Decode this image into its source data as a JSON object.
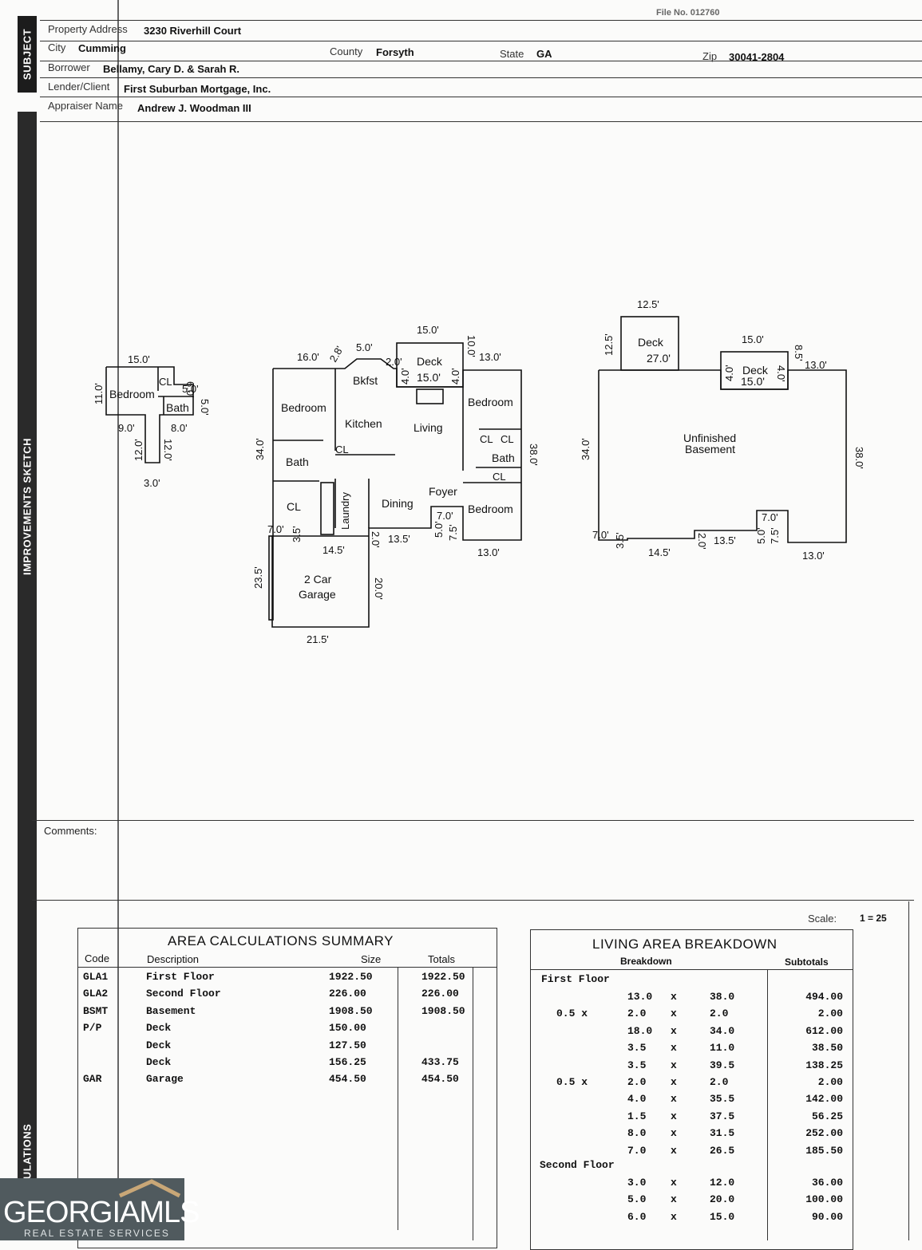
{
  "sidebar": {
    "subject": "SUBJECT",
    "sketch": "IMPROVEMENTS SKETCH",
    "calc": "CALCULATIONS"
  },
  "header": {
    "file_no": "File No. 012760",
    "property_address_label": "Property Address",
    "property_address": "3230 Riverhill Court",
    "city_label": "City",
    "city": "Cumming",
    "county_label": "County",
    "county": "Forsyth",
    "state_label": "State",
    "state": "GA",
    "zip_label": "Zip",
    "zip": "30041-2804",
    "borrower_label": "Borrower",
    "borrower": "Bellamy, Cary D. & Sarah R.",
    "lender_label": "Lender/Client",
    "lender": "First Suburban Mortgage, Inc.",
    "appraiser_label": "Appraiser Name",
    "appraiser": "Andrew J. Woodman III"
  },
  "sketch": {
    "upper": {
      "top": "15.0'",
      "left": "11.0'",
      "r1": "6.0'",
      "r2": "5.0'",
      "r3": "5.0'",
      "b1": "9.0'",
      "b2": "8.0'",
      "s1": "12.0'",
      "s2": "12.0'",
      "bot": "3.0'",
      "bedroom": "Bedroom",
      "cl": "CL",
      "bath": "Bath"
    },
    "main": {
      "d16": "16.0'",
      "d28": "2.8'",
      "d5": "5.0'",
      "d2a": "2.0'",
      "d4a": "4.0'",
      "deck": "Deck",
      "d15a": "15.0'",
      "d15b": "15.0'",
      "d4b": "4.0'",
      "d10": "10.0'",
      "d13a": "13.0'",
      "bkfst": "Bkfst",
      "bedroom1": "Bedroom",
      "kitchen": "Kitchen",
      "living": "Living",
      "bedroom2": "Bedroom",
      "cl1": "CL",
      "cl2": "CL",
      "cl3": "CL",
      "bath1": "Bath",
      "bath2": "Bath",
      "cl4": "CL",
      "cl5": "CL",
      "d34": "34.0'",
      "d38": "38.0'",
      "laundry": "Laundry",
      "dining": "Dining",
      "foyer": "Foyer",
      "bedroom3": "Bedroom",
      "d7a": "7.0'",
      "d35": "3.5'",
      "d145": "14.5'",
      "d2b": "2.0'",
      "d135": "13.5'",
      "d5b": "5.0'",
      "d7b": "7.0'",
      "d75": "7.5'",
      "d13b": "13.0'",
      "garage": "2 Car",
      "garage2": "Garage",
      "d235": "23.5'",
      "d20": "20.0'",
      "d215": "21.5'"
    },
    "basement": {
      "d125a": "12.5'",
      "d125b": "12.5'",
      "deck1": "Deck",
      "d27": "27.0'",
      "d15": "15.0'",
      "d85": "8.5'",
      "d4a": "4.0'",
      "deck2": "Deck",
      "d15b": "15.0'",
      "d4b": "4.0'",
      "d13a": "13.0'",
      "d34": "34.0'",
      "ub1": "Unfinished",
      "ub2": "Basement",
      "d38": "38.0'",
      "d7a": "7.0'",
      "d35": "3.5'",
      "d145": "14.5'",
      "d2": "2.0'",
      "d135": "13.5'",
      "d7b": "7.0'",
      "d5": "5.0'",
      "d75": "7.5'",
      "d13b": "13.0'"
    }
  },
  "comments_label": "Comments:",
  "scale_label": "Scale:",
  "scale_value": "1 = 25",
  "area_summary": {
    "title": "AREA CALCULATIONS SUMMARY",
    "headers": {
      "code": "Code",
      "desc": "Description",
      "size": "Size",
      "totals": "Totals"
    },
    "rows": [
      {
        "code": "GLA1",
        "desc": "First Floor",
        "size": "1922.50",
        "total": "1922.50"
      },
      {
        "code": "GLA2",
        "desc": "Second Floor",
        "size": "226.00",
        "total": "226.00"
      },
      {
        "code": "BSMT",
        "desc": "Basement",
        "size": "1908.50",
        "total": "1908.50"
      },
      {
        "code": "P/P",
        "desc": "Deck",
        "size": "150.00",
        "total": ""
      },
      {
        "code": "",
        "desc": "Deck",
        "size": "127.50",
        "total": ""
      },
      {
        "code": "",
        "desc": "Deck",
        "size": "156.25",
        "total": "433.75"
      },
      {
        "code": "GAR",
        "desc": "Garage",
        "size": "454.50",
        "total": "454.50"
      }
    ]
  },
  "living_breakdown": {
    "title": "LIVING AREA BREAKDOWN",
    "headers": {
      "breakdown": "Breakdown",
      "subtotals": "Subtotals"
    },
    "section1": "First Floor",
    "section2": "Second Floor",
    "rows1": [
      {
        "f": "",
        "a": "13.0",
        "x": "x",
        "b": "38.0",
        "s": "494.00"
      },
      {
        "f": "0.5 x",
        "a": "2.0",
        "x": "x",
        "b": "2.0",
        "s": "2.00"
      },
      {
        "f": "",
        "a": "18.0",
        "x": "x",
        "b": "34.0",
        "s": "612.00"
      },
      {
        "f": "",
        "a": "3.5",
        "x": "x",
        "b": "11.0",
        "s": "38.50"
      },
      {
        "f": "",
        "a": "3.5",
        "x": "x",
        "b": "39.5",
        "s": "138.25"
      },
      {
        "f": "0.5 x",
        "a": "2.0",
        "x": "x",
        "b": "2.0",
        "s": "2.00"
      },
      {
        "f": "",
        "a": "4.0",
        "x": "x",
        "b": "35.5",
        "s": "142.00"
      },
      {
        "f": "",
        "a": "1.5",
        "x": "x",
        "b": "37.5",
        "s": "56.25"
      },
      {
        "f": "",
        "a": "8.0",
        "x": "x",
        "b": "31.5",
        "s": "252.00"
      },
      {
        "f": "",
        "a": "7.0",
        "x": "x",
        "b": "26.5",
        "s": "185.50"
      }
    ],
    "rows2": [
      {
        "f": "",
        "a": "3.0",
        "x": "x",
        "b": "12.0",
        "s": "36.00"
      },
      {
        "f": "",
        "a": "5.0",
        "x": "x",
        "b": "20.0",
        "s": "100.00"
      },
      {
        "f": "",
        "a": "6.0",
        "x": "x",
        "b": "15.0",
        "s": "90.00"
      }
    ]
  },
  "logo": {
    "name": "GEORGIAMLS",
    "sub": "REAL ESTATE SERVICES"
  }
}
